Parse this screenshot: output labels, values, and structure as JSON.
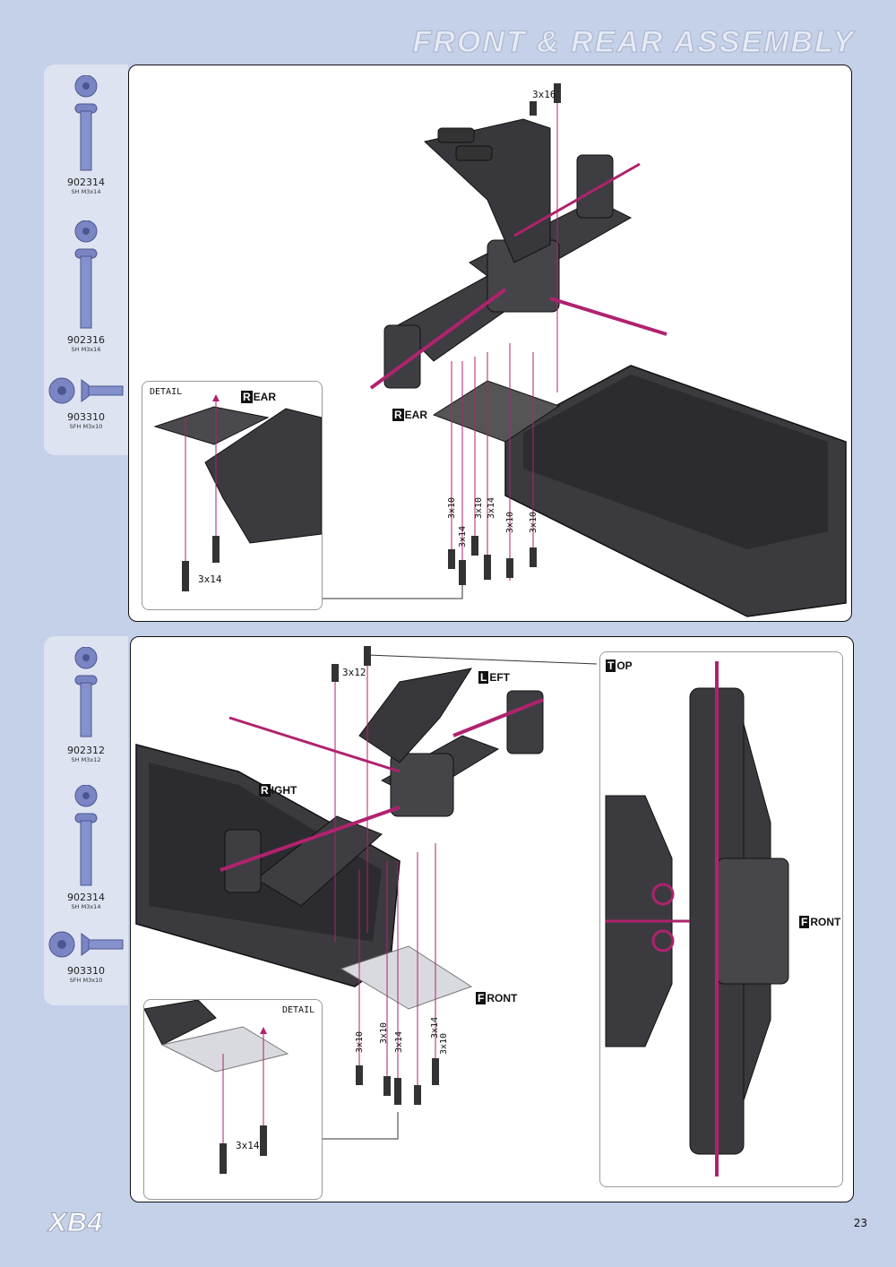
{
  "page": {
    "title": "FRONT & REAR ASSEMBLY",
    "page_number": "23",
    "logo": "XB4"
  },
  "section1": {
    "parts": [
      {
        "number": "902314",
        "desc": "SH M3x14"
      },
      {
        "number": "902316",
        "desc": "SH M3x16"
      },
      {
        "number": "903310",
        "desc": "SFH M3x10"
      }
    ],
    "labels": {
      "screw_top": "3x16",
      "rear": "EAR",
      "rear_cap": "R",
      "detail": "DETAIL",
      "detail_rear": "EAR",
      "detail_rear_cap": "R",
      "detail_screw": "3x14"
    },
    "vertical_labels": [
      "3x10",
      "3x14",
      "3x10",
      "3x14",
      "3x10",
      "3x10"
    ]
  },
  "section2": {
    "parts": [
      {
        "number": "902312",
        "desc": "SH M3x12"
      },
      {
        "number": "902314",
        "desc": "SH M3x14"
      },
      {
        "number": "903310",
        "desc": "SFH M3x10"
      }
    ],
    "labels": {
      "screw_top": "3x12",
      "left": "EFT",
      "left_cap": "L",
      "right": "IGHT",
      "right_cap": "R",
      "front": "RONT",
      "front_cap": "F",
      "top": "OP",
      "top_cap": "T",
      "top_front": "RONT",
      "top_front_cap": "F",
      "detail": "DETAIL",
      "detail_screw": "3x14"
    },
    "vertical_labels": [
      "3x10",
      "3x10",
      "3x14",
      "3x14",
      "3x10"
    ]
  },
  "colors": {
    "background": "#c5d0e9",
    "accent": "#b0226e",
    "parts": "#3a3a3d"
  }
}
